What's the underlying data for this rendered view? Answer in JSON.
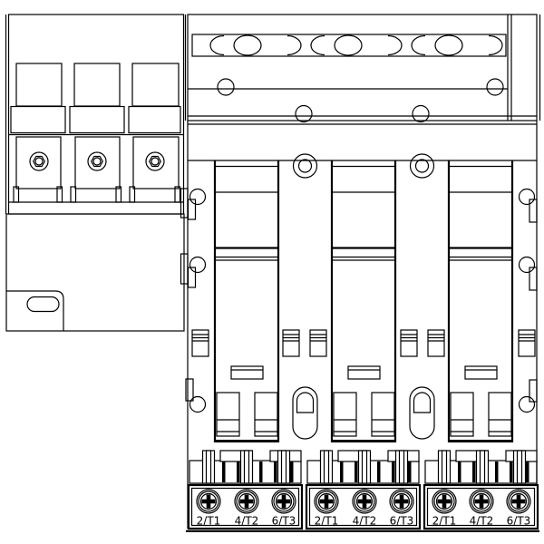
{
  "colors": {
    "line": "#000000",
    "background": "#ffffff"
  },
  "drawing": {
    "terminal_blocks": [
      {
        "labels": [
          "2/T1",
          "4/T2",
          "6/T3"
        ]
      },
      {
        "labels": [
          "2/T1",
          "4/T2",
          "6/T3"
        ]
      },
      {
        "labels": [
          "2/T1",
          "4/T2",
          "6/T3"
        ]
      }
    ]
  }
}
